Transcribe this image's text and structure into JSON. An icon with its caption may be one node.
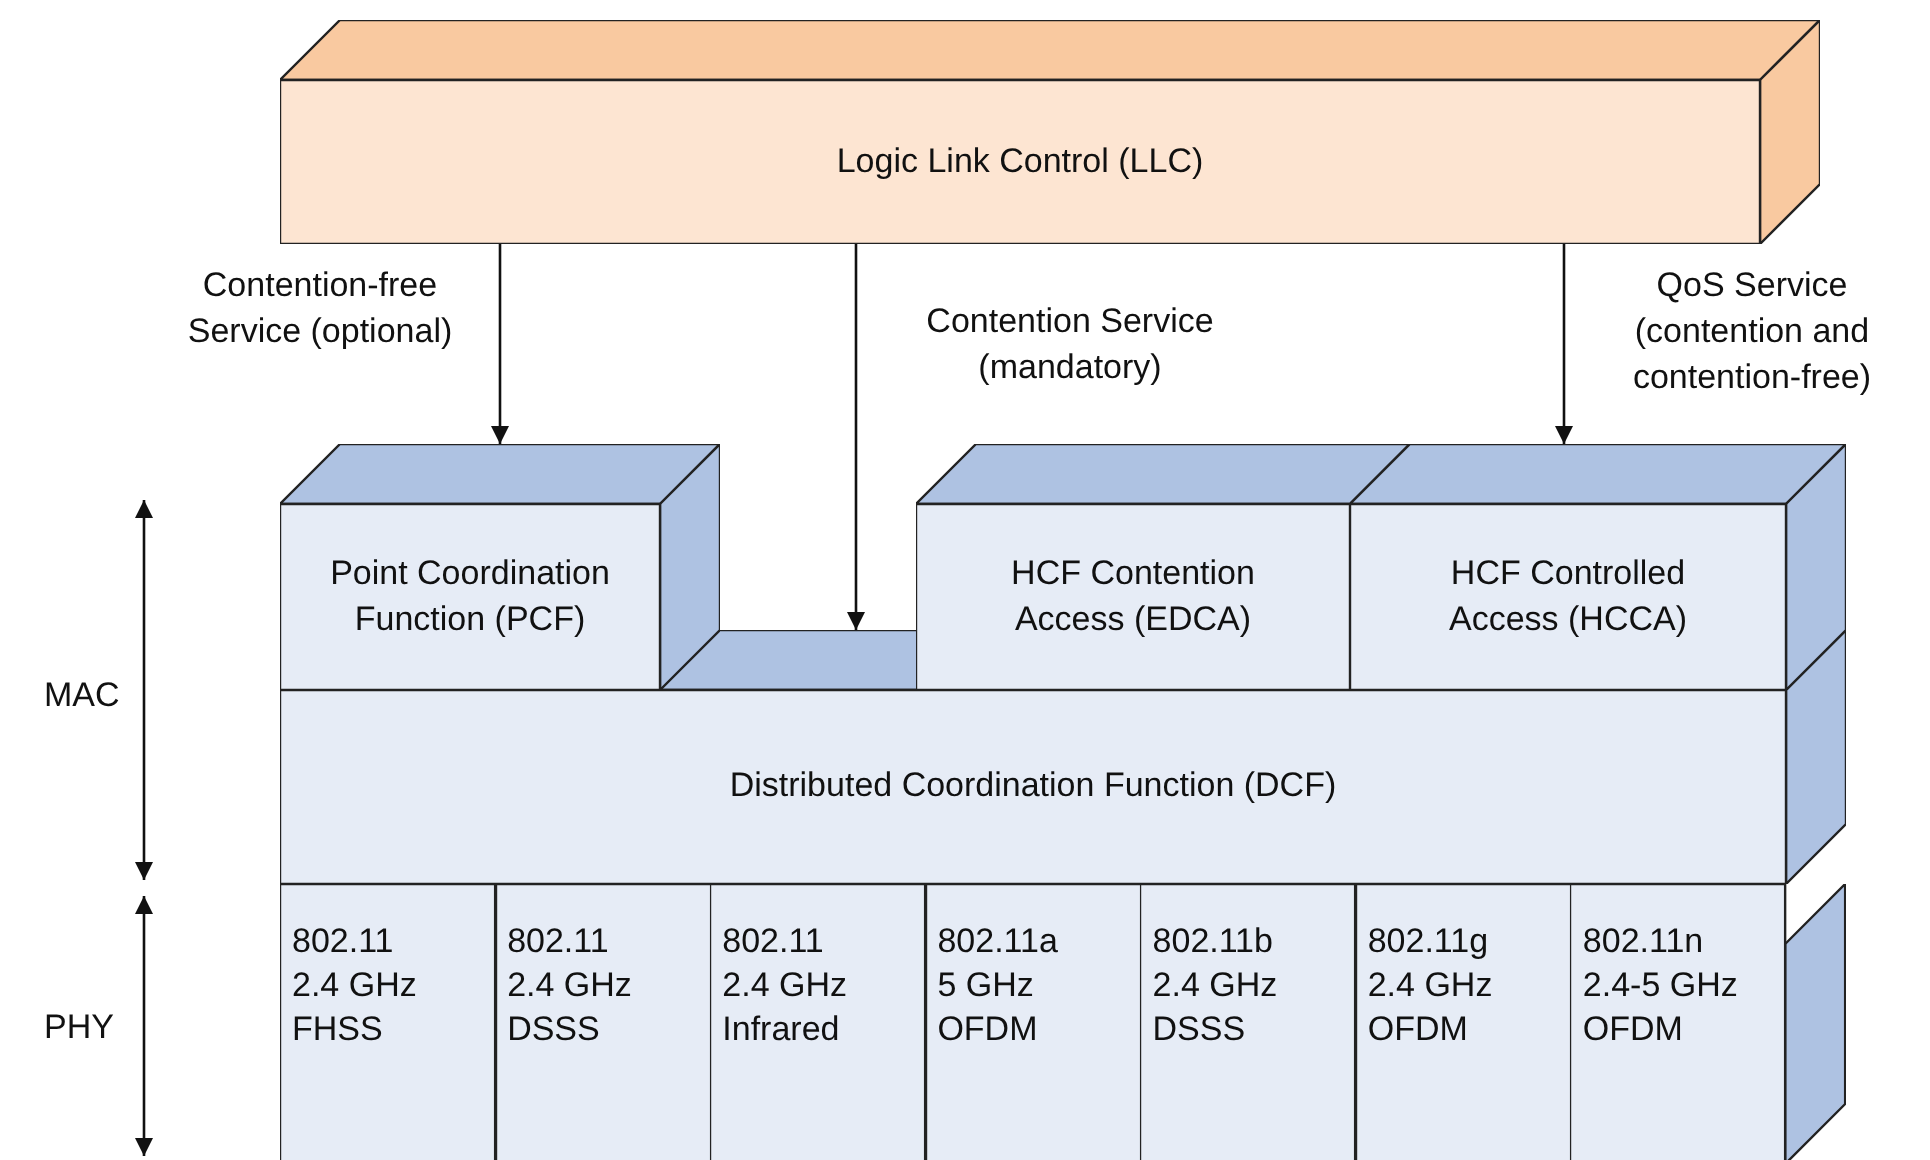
{
  "diagram": {
    "nodes": [
      {
        "text": [
          "Logic Link Control (LLC)"
        ]
      },
      {
        "text": [
          "Point Coordination Function (PCF)"
        ]
      },
      {
        "text": [
          "HCF Contention Access (EDCA)"
        ]
      },
      {
        "text": [
          "HCF Controlled Access (HCCA)"
        ]
      },
      {
        "text": [
          "Distributed Coordination Function (DCF)"
        ]
      },
      {
        "text": [
          "802.11 2.4 GHz FHSS"
        ]
      },
      {
        "text": [
          "802.11 2.4 GHz DSSS"
        ]
      },
      {
        "text": [
          "802.11 2.4 GHz Infrared"
        ]
      },
      {
        "text": [
          "802.11a 5 GHz OFDM"
        ]
      },
      {
        "text": [
          "802.11b 2.4 GHz DSSS"
        ]
      },
      {
        "text": [
          "802.11g 2.4 GHz OFDM"
        ]
      },
      {
        "text": [
          "802.11n 2.4-5 GHz OFDM"
        ]
      }
    ],
    "edges": [
      {
        "from": 0,
        "to": 1,
        "arrow": "to",
        "label": "Contention-free Service (optional)"
      },
      {
        "from": 0,
        "to": 4,
        "arrow": "to",
        "label": "Contention Service (mandatory)"
      },
      {
        "from": 0,
        "to": 3,
        "arrow": "to",
        "label": "QoS Service (contention and contention-free)"
      }
    ],
    "labels": [
      "MAC",
      "PHY"
    ]
  }
}
